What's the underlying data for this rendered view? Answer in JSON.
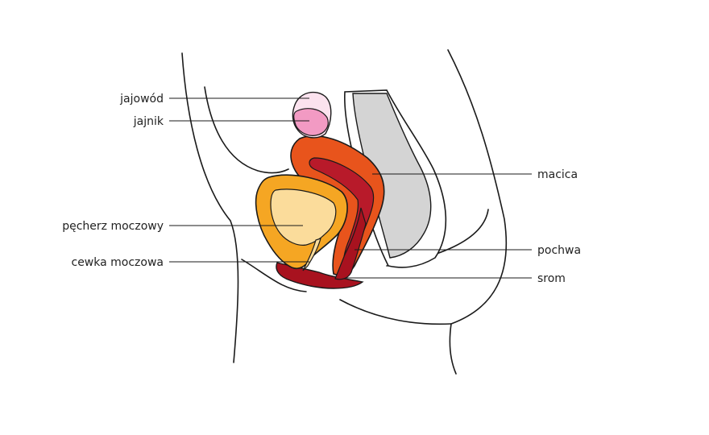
{
  "labels": {
    "fallopian_tube": "jajowód",
    "ovary": "jajnik",
    "bladder": "pęcherz moczowy",
    "urethra": "cewka moczowa",
    "uterus": "macica",
    "vagina": "pochwa",
    "vulva": "srom"
  },
  "colors": {
    "outline": "#1a1a1a",
    "uterus_outer": "#e8541c",
    "uterus_lining": "#b81a2a",
    "vagina": "#a8121f",
    "bladder_outer": "#f5a623",
    "bladder_inner": "#fbdc9b",
    "ovary": "#f29ac3",
    "tube": "#fbe2ee",
    "rectum": "#d4d4d4"
  }
}
